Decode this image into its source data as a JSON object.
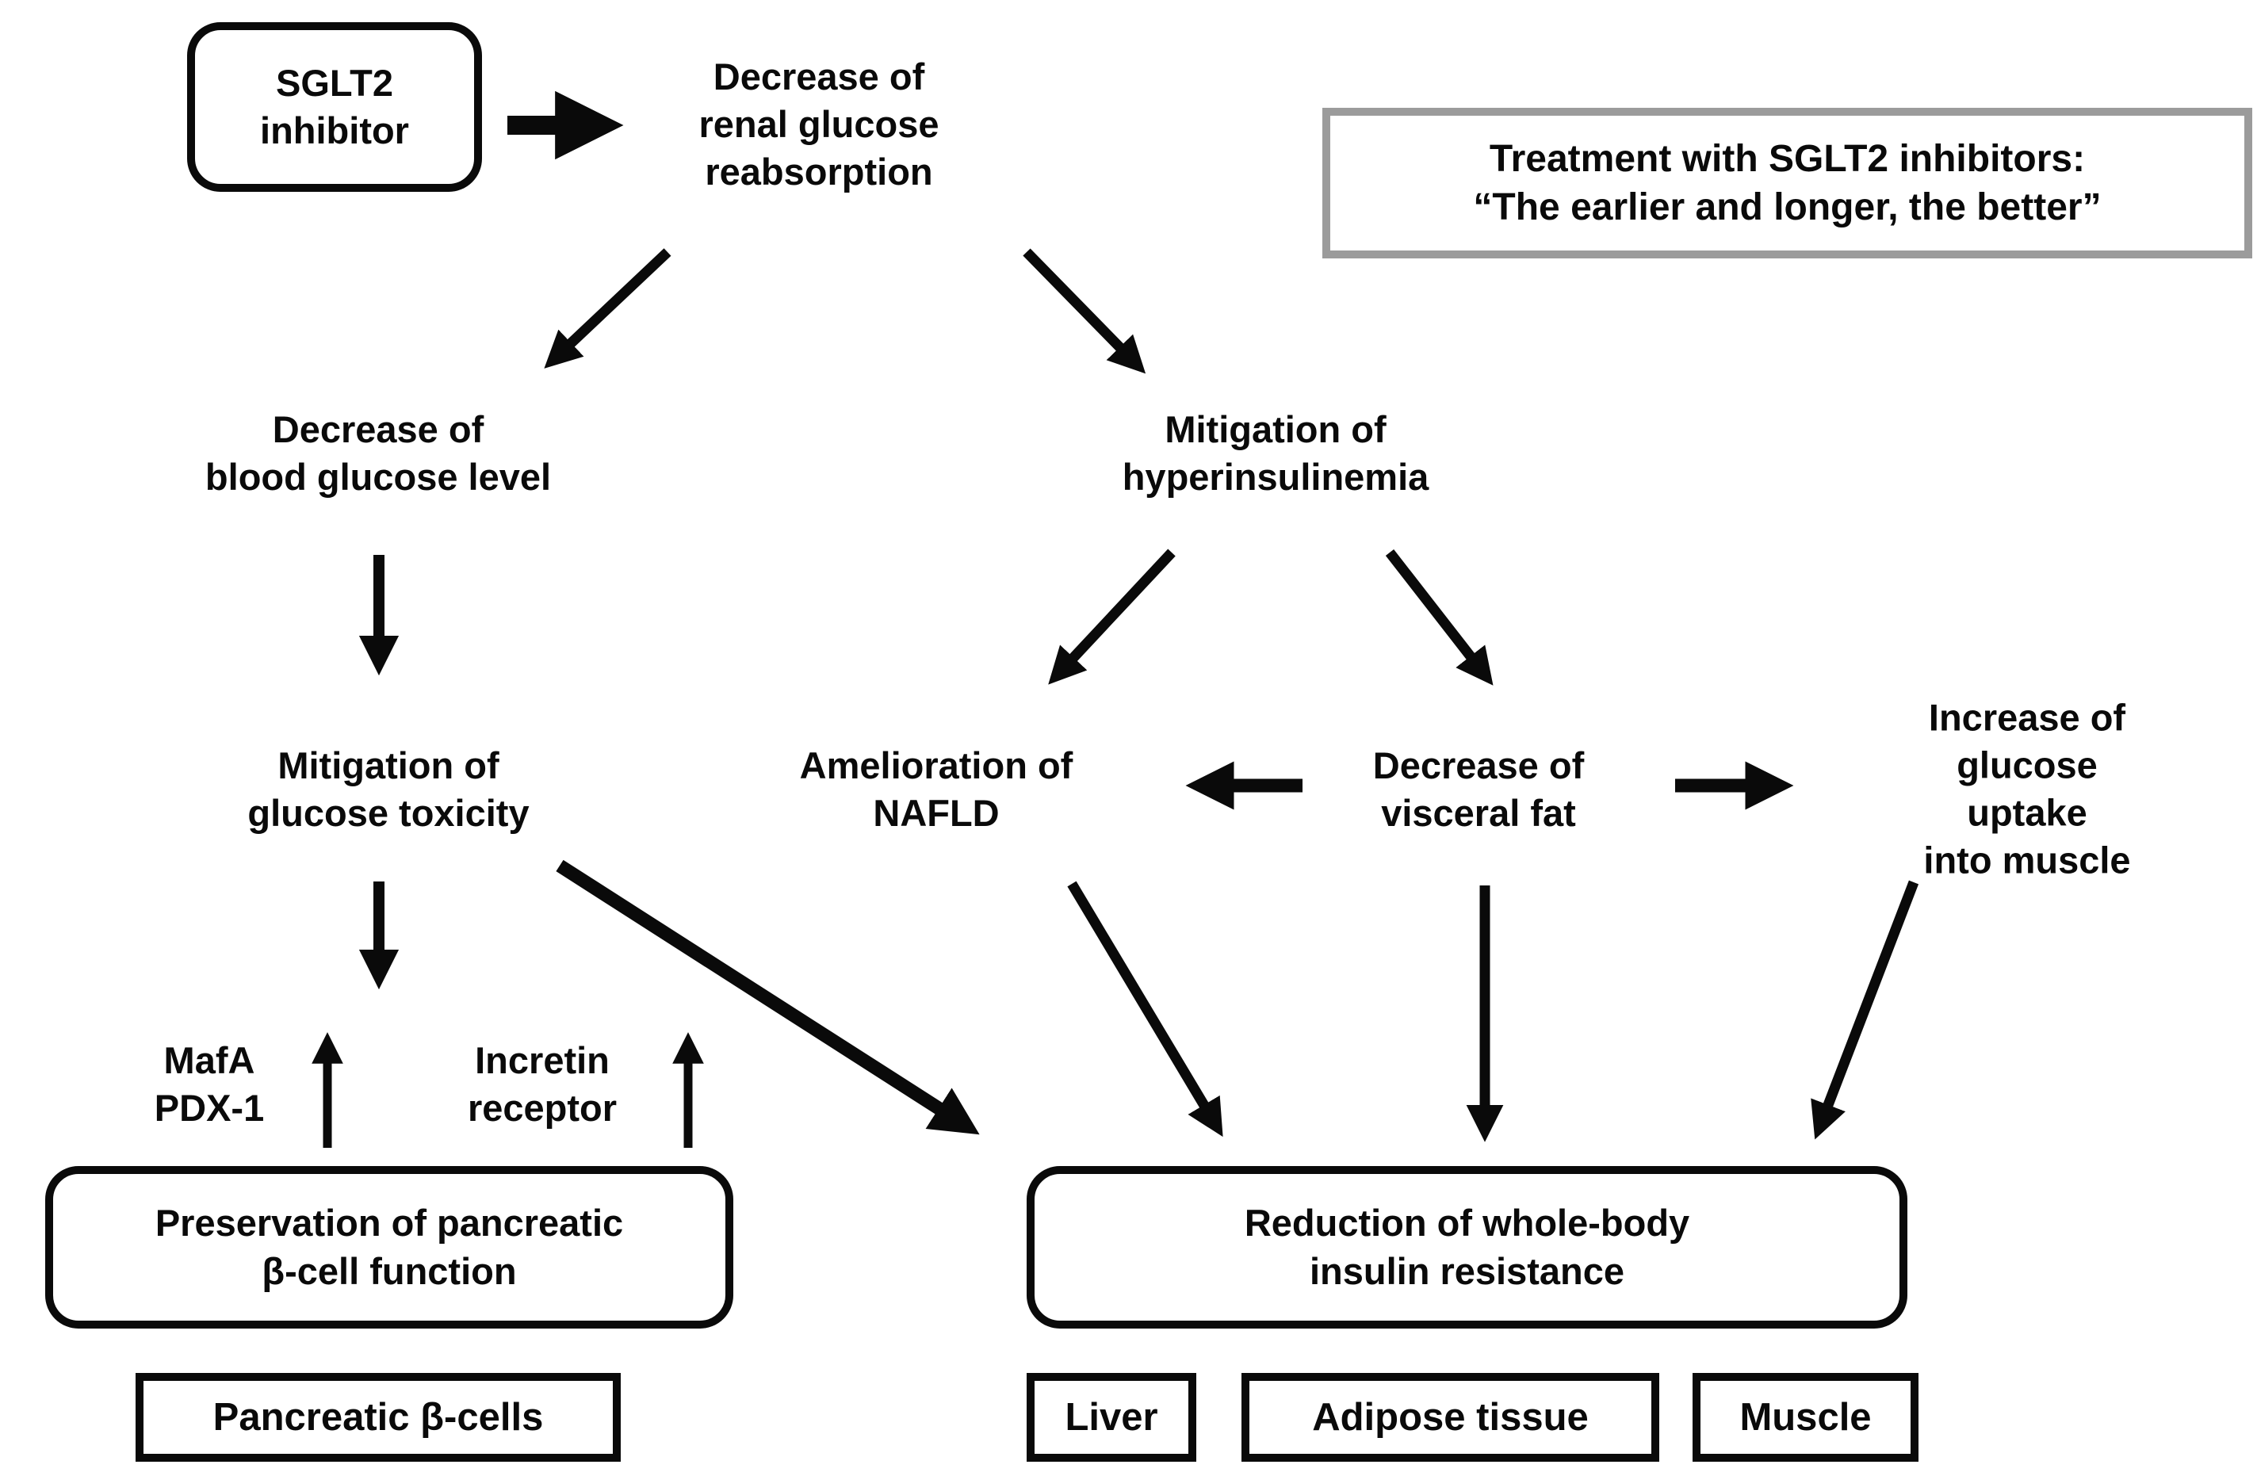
{
  "nodes": {
    "sglt2_inhibitor": {
      "label": "SGLT2\ninhibitor"
    },
    "renal_glucose": {
      "label": "Decrease of\nrenal glucose\nreabsorption"
    },
    "treatment_note": {
      "label": "Treatment with SGLT2 inhibitors:\n“The earlier and longer, the better”"
    },
    "blood_glucose": {
      "label": "Decrease of\nblood glucose level"
    },
    "hyperinsulinemia": {
      "label": "Mitigation of\nhyperinsulinemia"
    },
    "glucose_toxicity": {
      "label": "Mitigation of\nglucose toxicity"
    },
    "nafld": {
      "label": "Amelioration of\nNAFLD"
    },
    "visceral_fat": {
      "label": "Decrease of\nvisceral fat"
    },
    "glucose_uptake_muscle": {
      "label": "Increase of\nglucose uptake\ninto muscle"
    },
    "mafa_pdx1": {
      "label": "MafA\nPDX-1"
    },
    "incretin_receptor": {
      "label": "Incretin\nreceptor"
    },
    "beta_cell_function": {
      "label": "Preservation of pancreatic\nβ-cell function"
    },
    "pancreatic_beta_cells": {
      "label": "Pancreatic β-cells"
    },
    "insulin_resistance": {
      "label": "Reduction of whole-body\ninsulin resistance"
    },
    "liver": {
      "label": "Liver"
    },
    "adipose_tissue": {
      "label": "Adipose tissue"
    },
    "muscle": {
      "label": "Muscle"
    }
  },
  "edges": [
    {
      "from": "sglt2_inhibitor",
      "to": "renal_glucose"
    },
    {
      "from": "renal_glucose",
      "to": "blood_glucose"
    },
    {
      "from": "renal_glucose",
      "to": "hyperinsulinemia"
    },
    {
      "from": "blood_glucose",
      "to": "glucose_toxicity"
    },
    {
      "from": "hyperinsulinemia",
      "to": "nafld"
    },
    {
      "from": "hyperinsulinemia",
      "to": "visceral_fat"
    },
    {
      "from": "visceral_fat",
      "to": "nafld"
    },
    {
      "from": "visceral_fat",
      "to": "glucose_uptake_muscle"
    },
    {
      "from": "glucose_toxicity",
      "to": "beta_cell_function"
    },
    {
      "from": "glucose_toxicity",
      "to": "insulin_resistance"
    },
    {
      "from": "nafld",
      "to": "insulin_resistance"
    },
    {
      "from": "visceral_fat",
      "to": "insulin_resistance"
    },
    {
      "from": "glucose_uptake_muscle",
      "to": "insulin_resistance"
    }
  ],
  "up_arrows": [
    "mafa_pdx1",
    "incretin_receptor"
  ],
  "colors": {
    "background": "#ffffff",
    "text": "#0a0a0a",
    "box_border": "#0a0a0a",
    "note_border": "#9b9b9b"
  }
}
